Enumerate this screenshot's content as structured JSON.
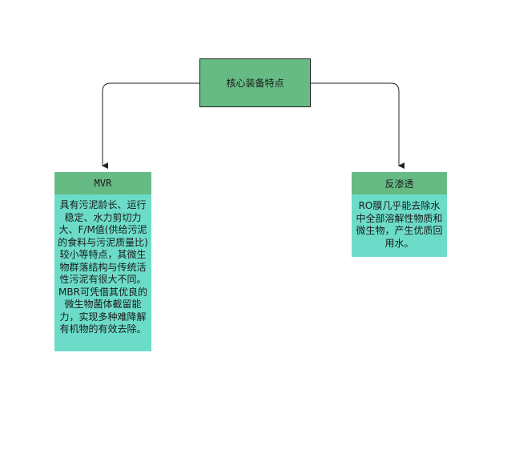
{
  "diagram": {
    "root": {
      "label": "核心装备特点"
    },
    "children": [
      {
        "title": "MVR",
        "body": "具有污泥龄长、运行稳定、水力剪切力大、F/M值(供给污泥的食料与污泥质量比)较小等特点，其微生物群落结构与传统活性污泥有很大不同。MBR可凭借其优良的微生物菌体截留能力，实现多种难降解有机物的有效去除。"
      },
      {
        "title": "反渗透",
        "body": "RO膜几乎能去除水中全部溶解性物质和微生物，产生优质回用水。"
      }
    ],
    "colors": {
      "node_header": "#66bb84",
      "node_body": "#6cdcc8",
      "connector": "#222222"
    }
  }
}
